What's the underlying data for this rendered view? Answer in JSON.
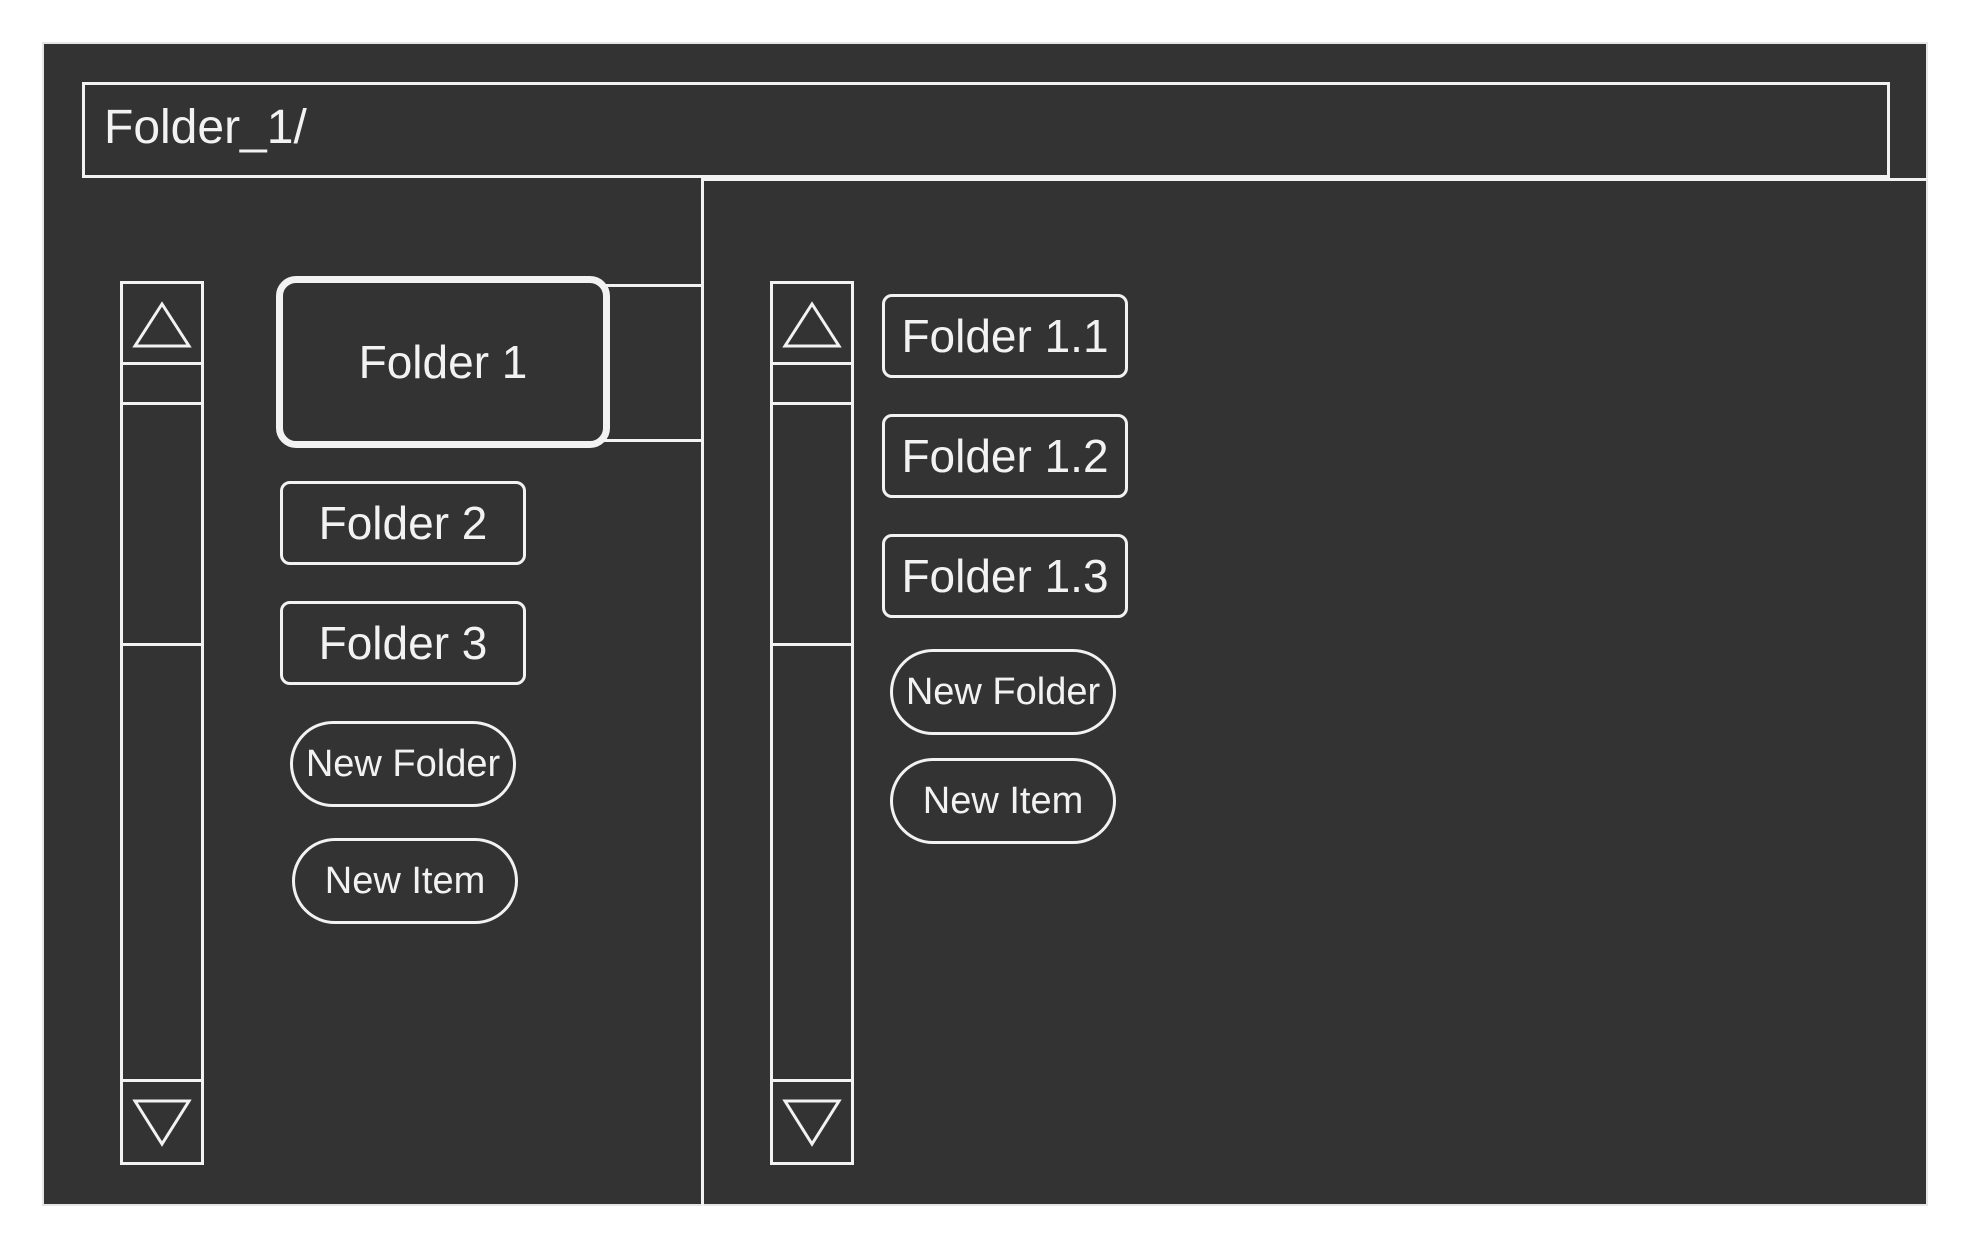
{
  "path_bar": {
    "text": "Folder_1/"
  },
  "left_pane": {
    "folders": [
      "Folder 1",
      "Folder 2",
      "Folder 3"
    ],
    "selected_folder": "Folder 1",
    "new_folder_label": "New Folder",
    "new_item_label": "New Item"
  },
  "right_pane": {
    "folders": [
      "Folder 1.1",
      "Folder 1.2",
      "Folder 1.3"
    ],
    "new_folder_label": "New Folder",
    "new_item_label": "New Item"
  },
  "icons": {
    "scroll_up": "triangle-up-icon",
    "scroll_down": "triangle-down-icon"
  },
  "colors": {
    "background": "#333333",
    "foreground": "#f2f2f2",
    "page": "#ffffff"
  }
}
